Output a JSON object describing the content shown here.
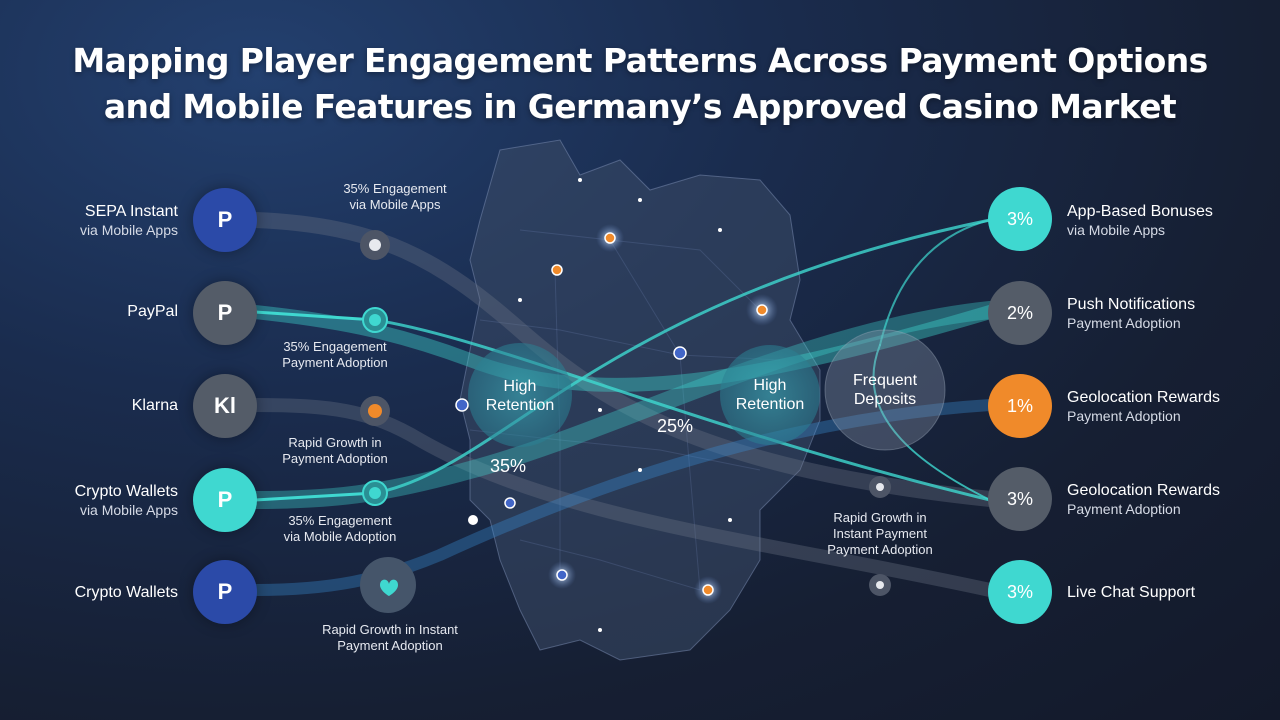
{
  "title": {
    "line1": "Mapping Player Engagement Patterns Across Payment Options",
    "line2": "and Mobile Features in Germany’s Approved Casino Market"
  },
  "left_items": [
    {
      "label": "SEPA Instant",
      "sub": "via Mobile Apps",
      "icon": "paypal-icon",
      "icon_text": "P",
      "color": "#2b4aa8"
    },
    {
      "label": "PayPal",
      "sub": "",
      "icon": "paypal-icon",
      "icon_text": "P",
      "color": "#545c68"
    },
    {
      "label": "Klarna",
      "sub": "",
      "icon": "klarna-icon",
      "icon_text": "Kl",
      "color": "#545c68"
    },
    {
      "label": "Crypto Wallets",
      "sub": "via Mobile Apps",
      "icon": "paypal-icon",
      "icon_text": "P",
      "color": "#3fd8d0"
    },
    {
      "label": "Crypto Wallets",
      "sub": "",
      "icon": "paypal-icon",
      "icon_text": "P",
      "color": "#2b4aa8"
    }
  ],
  "right_items": [
    {
      "value": "3%",
      "label": "App-Based Bonuses",
      "sub": "via Mobile Apps",
      "color": "#3fd8d0"
    },
    {
      "value": "2%",
      "label": "Push Notifications",
      "sub": "Payment Adoption",
      "color": "#545c68"
    },
    {
      "value": "1%",
      "label": "Geolocation Rewards",
      "sub": "Payment Adoption",
      "color": "#f08a2a"
    },
    {
      "value": "3%",
      "label": "Geolocation Rewards",
      "sub": "Payment Adoption",
      "color": "#545c68"
    },
    {
      "value": "3%",
      "label": "Live Chat Support",
      "sub": "",
      "color": "#3fd8d0"
    }
  ],
  "annotations": [
    {
      "line1": "35% Engagement",
      "line2": "via Mobile Apps"
    },
    {
      "line1": "35% Engagement",
      "line2": "Payment Adoption"
    },
    {
      "line1": "Rapid Growth in",
      "line2": "Payment Adoption"
    },
    {
      "line1": "35% Engagement",
      "line2": "via Mobile Adoption"
    },
    {
      "line1": "Rapid Growth in Instant",
      "line2": "Payment Adoption"
    },
    {
      "line1": "Rapid Growth in",
      "line2": "Instant Payment",
      "line3": "Payment Adoption"
    }
  ],
  "bubbles": [
    {
      "line1": "High",
      "line2": "Retention"
    },
    {
      "line1": "High",
      "line2": "Retention"
    },
    {
      "line1": "Frequent",
      "line2": "Deposits"
    }
  ],
  "center_values": {
    "a": "25%",
    "b": "35%"
  },
  "colors": {
    "teal": "#3fd8d0",
    "orange": "#f08a2a",
    "navy": "#2b4aa8",
    "gray": "#545c68"
  }
}
